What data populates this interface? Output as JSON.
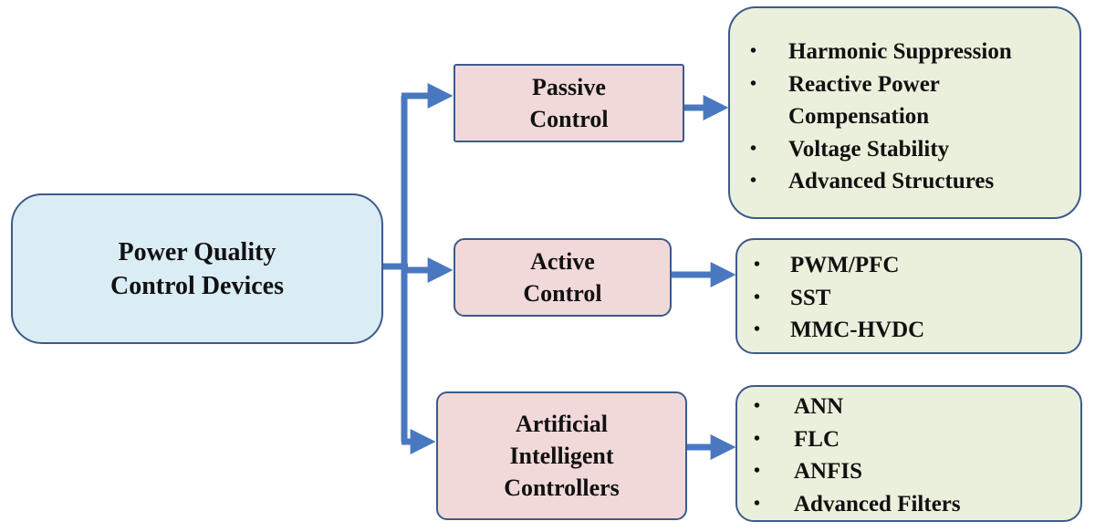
{
  "root": {
    "lines": [
      "Power Quality",
      "Control Devices"
    ]
  },
  "branches": [
    {
      "id": "passive",
      "label_lines": [
        "Passive",
        "Control"
      ],
      "items": [
        {
          "lines": [
            "Harmonic Suppression"
          ]
        },
        {
          "lines": [
            "Reactive Power",
            "Compensation"
          ]
        },
        {
          "lines": [
            "Voltage Stability"
          ]
        },
        {
          "lines": [
            "Advanced Structures"
          ]
        }
      ]
    },
    {
      "id": "active",
      "label_lines": [
        "Active",
        "Control"
      ],
      "items": [
        {
          "lines": [
            "PWM/PFC"
          ]
        },
        {
          "lines": [
            "SST"
          ]
        },
        {
          "lines": [
            "MMC-HVDC"
          ]
        }
      ]
    },
    {
      "id": "ai",
      "label_lines": [
        "Artificial",
        "Intelligent",
        "Controllers"
      ],
      "items": [
        {
          "lines": [
            "ANN"
          ]
        },
        {
          "lines": [
            "FLC"
          ]
        },
        {
          "lines": [
            "ANFIS"
          ]
        },
        {
          "lines": [
            "Advanced Filters"
          ]
        }
      ]
    }
  ],
  "bullet_char": "•",
  "colors": {
    "connector": "#4a78c0",
    "border": "#3d5a8a",
    "root_fill": "#daedf5",
    "branch_fill": "#f2d9d9",
    "list_fill": "#ebf0dc"
  }
}
